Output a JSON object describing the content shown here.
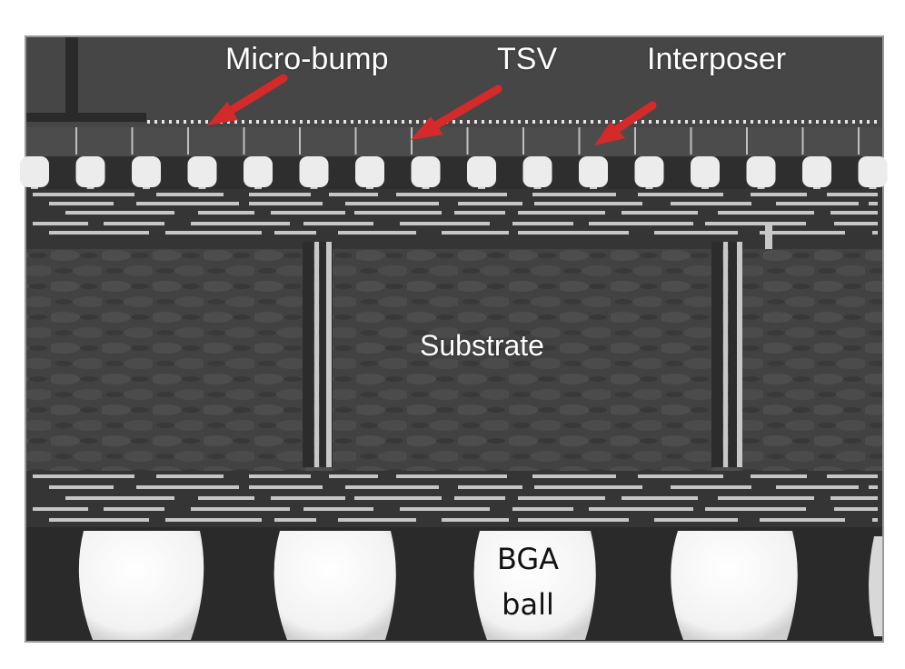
{
  "labels": {
    "micro_bump": "Micro-bump",
    "tsv": "TSV",
    "interposer": "Interposer",
    "substrate": "Substrate",
    "bga_line1": "BGA",
    "bga_line2": "ball"
  },
  "colors": {
    "arrow": "#d42a2a",
    "background": "#3e3e3e",
    "metal": "#c8c8c8",
    "bga_ball": "#f4f4f4"
  }
}
